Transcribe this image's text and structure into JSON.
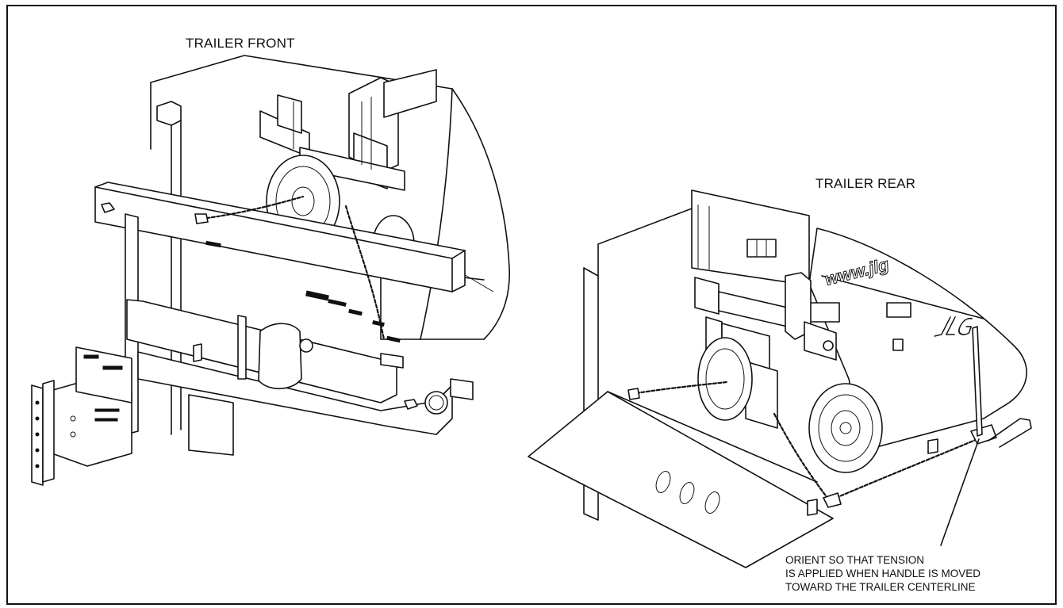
{
  "labels": {
    "front": "TRAILER FRONT",
    "rear": "TRAILER REAR"
  },
  "callout_lines": [
    "ORIENT SO THAT TENSION",
    "IS APPLIED WHEN HANDLE IS MOVED",
    "TOWARD THE TRAILER CENTERLINE"
  ],
  "rear_brand_text": "www.jlg"
}
